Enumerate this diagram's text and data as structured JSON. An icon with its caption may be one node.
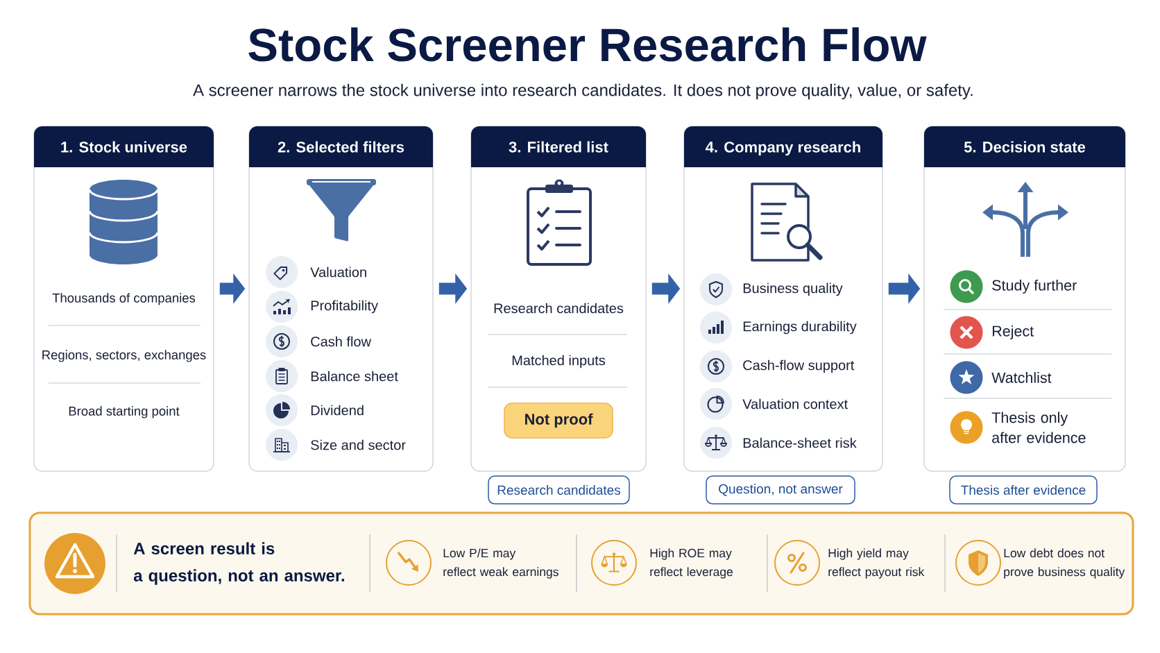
{
  "diagram": {
    "title": "Stock Screener Research Flow",
    "nodes": [
      {
        "text": [
          "1. Stock universe",
          "Thousands of companies",
          "Regions, sectors, exchanges",
          "Broad starting point"
        ]
      },
      {
        "text": [
          "2. Selected filters",
          "Valuation",
          "Profitability",
          "Cash flow",
          "Balance sheet",
          "Dividend",
          "Size and sector"
        ]
      },
      {
        "text": [
          "3. Filtered list",
          "Research candidates",
          "Matched inputs"
        ]
      },
      {
        "text": [
          "Not proof"
        ],
        "in": 2
      },
      {
        "text": [
          "4. Company research",
          "Business quality",
          "Earnings durability",
          "Cash-flow support",
          "Valuation context",
          "Balance-sheet risk"
        ]
      },
      {
        "text": [
          "5. Decision state",
          "Study further",
          "Reject",
          "Watchlist",
          "Thesis only after evidence"
        ]
      },
      {
        "text": [
          "Research candidates"
        ]
      },
      {
        "text": [
          "Question, not answer"
        ]
      },
      {
        "text": [
          "Thesis after evidence"
        ]
      },
      {
        "text": [
          "A screen result is a question, not an answer.",
          "Low P/E may reflect weak earnings",
          "High ROE may reflect leverage",
          "High yield may reflect payout risk",
          "Low debt does not prove business quality"
        ]
      }
    ],
    "edges": [
      {
        "from": 0,
        "to": 1,
        "arrow": "to"
      },
      {
        "from": 1,
        "to": 2,
        "arrow": "to"
      },
      {
        "from": 2,
        "to": 4,
        "arrow": "to"
      },
      {
        "from": 4,
        "to": 5,
        "arrow": "to"
      }
    ],
    "labels": [
      "A screener narrows the stock universe into research candidates. It does not prove quality, value, or safety."
    ]
  }
}
